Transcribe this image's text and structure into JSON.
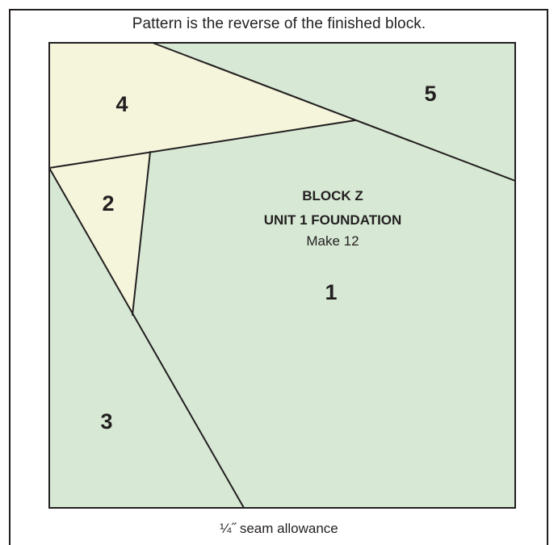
{
  "header": {
    "note": "Pattern is the reverse of the finished block."
  },
  "footer": {
    "note": "¼˝ seam allowance"
  },
  "unit": {
    "block": "BLOCK Z",
    "foundation": "UNIT 1 FOUNDATION",
    "make": "Make 12"
  },
  "pieces": [
    {
      "number": "1",
      "fill": "#d7e9d5"
    },
    {
      "number": "2",
      "fill": "#f4f5db"
    },
    {
      "number": "3",
      "fill": "#d7e9d5"
    },
    {
      "number": "4",
      "fill": "#f4f5db"
    },
    {
      "number": "5",
      "fill": "#d7e9d5"
    }
  ],
  "colors": {
    "green": "#d7e9d5",
    "cream": "#f4f5db",
    "line": "#231f20"
  }
}
